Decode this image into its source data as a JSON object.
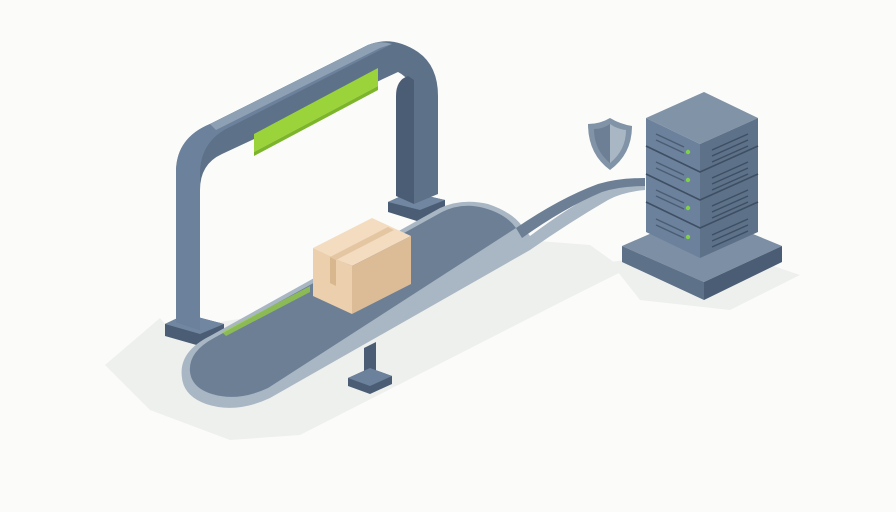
{
  "scene": {
    "background": "#fbfbfa",
    "colors": {
      "shadow": "#e9ecea",
      "metal_top": "#8193a6",
      "metal_side": "#5d7189",
      "metal_dark": "#4a5d74",
      "metal_edge": "#a9b6c3",
      "belt_surface": "#6c7f95",
      "accent_green": "#9ad43a",
      "led_green": "#7fd14a",
      "box_top": "#f3dcc0",
      "box_front": "#ecd0ae",
      "box_side": "#dcbc96",
      "box_tape": "#e4c7a2"
    },
    "icons": [
      "security-scanner-arch",
      "conveyor-belt",
      "cardboard-package",
      "shield-icon",
      "server-rack-icon"
    ],
    "server_units": 4
  }
}
